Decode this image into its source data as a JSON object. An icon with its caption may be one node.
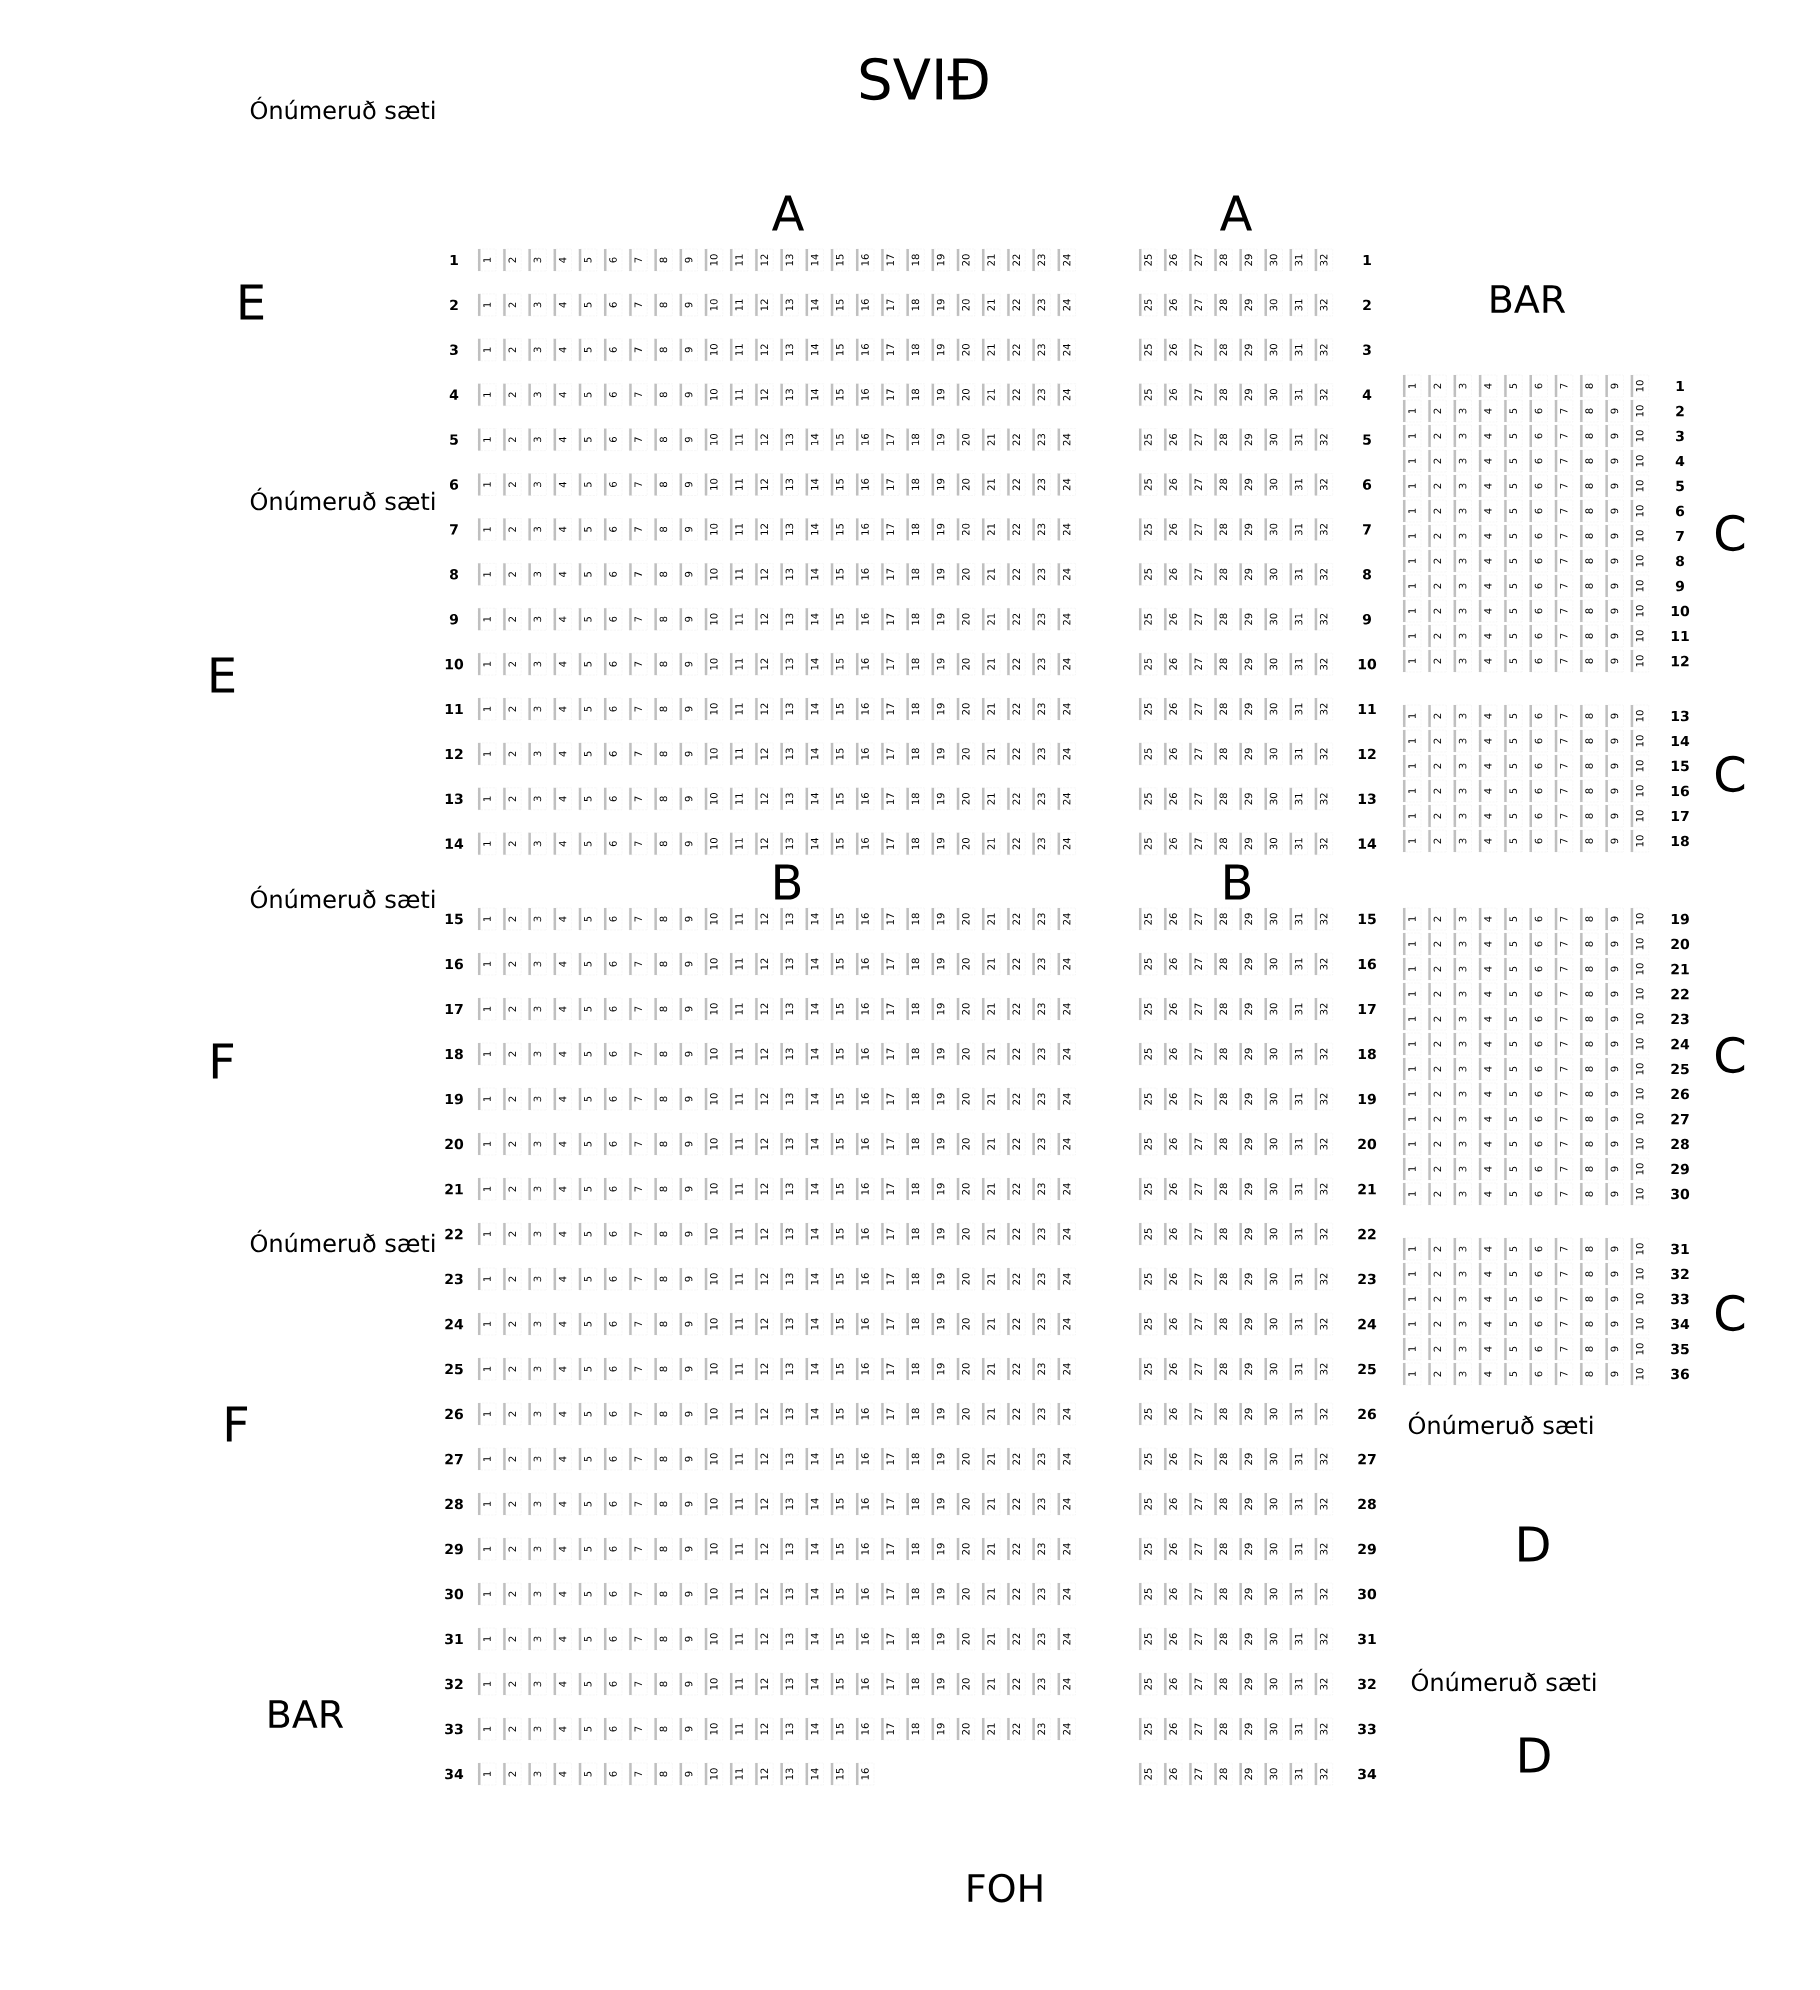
{
  "diagram": {
    "labels": [
      "SVIÐ",
      "Ónúmeruð sæti",
      "A",
      "A",
      "E",
      "BAR",
      "Ónúmeruð sæti",
      "C",
      "E",
      "C",
      "B",
      "B",
      "Ónúmeruð sæti",
      "F",
      "C",
      "Ónúmeruð sæti",
      "C",
      "F",
      "Ónúmeruð sæti",
      "D",
      "Ónúmeruð sæti",
      "BAR",
      "D",
      "FOH",
      "1",
      "1",
      "2",
      "3",
      "4",
      "5",
      "6",
      "7",
      "8",
      "9",
      "10",
      "11",
      "12",
      "13",
      "14",
      "15",
      "16",
      "17",
      "18",
      "19",
      "20",
      "21",
      "22",
      "23",
      "24",
      "25",
      "26",
      "27",
      "28",
      "29",
      "30",
      "31",
      "32",
      "1",
      "2",
      "1",
      "2",
      "3",
      "4",
      "5",
      "6",
      "7",
      "8",
      "9",
      "10",
      "11",
      "12",
      "13",
      "14",
      "15",
      "16",
      "17",
      "18",
      "19",
      "20",
      "21",
      "22",
      "23",
      "24",
      "25",
      "26",
      "27",
      "28",
      "29",
      "30",
      "31",
      "32",
      "2",
      "3",
      "1",
      "2",
      "3",
      "4",
      "5",
      "6",
      "7",
      "8",
      "9",
      "10",
      "11",
      "12",
      "13",
      "14",
      "15",
      "16",
      "17",
      "18",
      "19",
      "20",
      "21",
      "22",
      "23",
      "24",
      "25",
      "26",
      "27",
      "28",
      "29",
      "30",
      "31",
      "32",
      "3",
      "4",
      "1",
      "2",
      "3",
      "4",
      "5",
      "6",
      "7",
      "8",
      "9",
      "10",
      "11",
      "12",
      "13",
      "14",
      "15",
      "16",
      "17",
      "18",
      "19",
      "20",
      "21",
      "22",
      "23",
      "24",
      "25",
      "26",
      "27",
      "28",
      "29",
      "30",
      "31",
      "32",
      "4",
      "5",
      "1",
      "2",
      "3",
      "4",
      "5",
      "6",
      "7",
      "8",
      "9",
      "10",
      "11",
      "12",
      "13",
      "14",
      "15",
      "16",
      "17",
      "18",
      "19",
      "20",
      "21",
      "22",
      "23",
      "24",
      "25",
      "26",
      "27",
      "28",
      "29",
      "30",
      "31",
      "32",
      "5",
      "6",
      "1",
      "2",
      "3",
      "4",
      "5",
      "6",
      "7",
      "8",
      "9",
      "10",
      "11",
      "12",
      "13",
      "14",
      "15",
      "16",
      "17",
      "18",
      "19",
      "20",
      "21",
      "22",
      "23",
      "24",
      "25",
      "26",
      "27",
      "28",
      "29",
      "30",
      "31",
      "32",
      "6",
      "7",
      "1",
      "2",
      "3",
      "4",
      "5",
      "6",
      "7",
      "8",
      "9",
      "10",
      "11",
      "12",
      "13",
      "14",
      "15",
      "16",
      "17",
      "18",
      "19",
      "20",
      "21",
      "22",
      "23",
      "24",
      "25",
      "26",
      "27",
      "28",
      "29",
      "30",
      "31",
      "32",
      "7",
      "8",
      "1",
      "2",
      "3",
      "4",
      "5",
      "6",
      "7",
      "8",
      "9",
      "10",
      "11",
      "12",
      "13",
      "14",
      "15",
      "16",
      "17",
      "18",
      "19",
      "20",
      "21",
      "22",
      "23",
      "24",
      "25",
      "26",
      "27",
      "28",
      "29",
      "30",
      "31",
      "32",
      "8",
      "9",
      "1",
      "2",
      "3",
      "4",
      "5",
      "6",
      "7",
      "8",
      "9",
      "10",
      "11",
      "12",
      "13",
      "14",
      "15",
      "16",
      "17",
      "18",
      "19",
      "20",
      "21",
      "22",
      "23",
      "24",
      "25",
      "26",
      "27",
      "28",
      "29",
      "30",
      "31",
      "32",
      "9",
      "10",
      "1",
      "2",
      "3",
      "4",
      "5",
      "6",
      "7",
      "8",
      "9",
      "10",
      "11",
      "12",
      "13",
      "14",
      "15",
      "16",
      "17",
      "18",
      "19",
      "20",
      "21",
      "22",
      "23",
      "24",
      "25",
      "26",
      "27",
      "28",
      "29",
      "30",
      "31",
      "32",
      "10",
      "11",
      "1",
      "2",
      "3",
      "4",
      "5",
      "6",
      "7",
      "8",
      "9",
      "10",
      "11",
      "12",
      "13",
      "14",
      "15",
      "16",
      "17",
      "18",
      "19",
      "20",
      "21",
      "22",
      "23",
      "24",
      "25",
      "26",
      "27",
      "28",
      "29",
      "30",
      "31",
      "32",
      "11",
      "12",
      "1",
      "2",
      "3",
      "4",
      "5",
      "6",
      "7",
      "8",
      "9",
      "10",
      "11",
      "12",
      "13",
      "14",
      "15",
      "16",
      "17",
      "18",
      "19",
      "20",
      "21",
      "22",
      "23",
      "24",
      "25",
      "26",
      "27",
      "28",
      "29",
      "30",
      "31",
      "32",
      "12",
      "13",
      "1",
      "2",
      "3",
      "4",
      "5",
      "6",
      "7",
      "8",
      "9",
      "10",
      "11",
      "12",
      "13",
      "14",
      "15",
      "16",
      "17",
      "18",
      "19",
      "20",
      "21",
      "22",
      "23",
      "24",
      "25",
      "26",
      "27",
      "28",
      "29",
      "30",
      "31",
      "32",
      "13",
      "14",
      "1",
      "2",
      "3",
      "4",
      "5",
      "6",
      "7",
      "8",
      "9",
      "10",
      "11",
      "12",
      "13",
      "14",
      "15",
      "16",
      "17",
      "18",
      "19",
      "20",
      "21",
      "22",
      "23",
      "24",
      "25",
      "26",
      "27",
      "28",
      "29",
      "30",
      "31",
      "32",
      "14",
      "15",
      "1",
      "2",
      "3",
      "4",
      "5",
      "6",
      "7",
      "8",
      "9",
      "10",
      "11",
      "12",
      "13",
      "14",
      "15",
      "16",
      "17",
      "18",
      "19",
      "20",
      "21",
      "22",
      "23",
      "24",
      "25",
      "26",
      "27",
      "28",
      "29",
      "30",
      "31",
      "32",
      "15",
      "16",
      "1",
      "2",
      "3",
      "4",
      "5",
      "6",
      "7",
      "8",
      "9",
      "10",
      "11",
      "12",
      "13",
      "14",
      "15",
      "16",
      "17",
      "18",
      "19",
      "20",
      "21",
      "22",
      "23",
      "24",
      "25",
      "26",
      "27",
      "28",
      "29",
      "30",
      "31",
      "32",
      "16",
      "17",
      "1",
      "2",
      "3",
      "4",
      "5",
      "6",
      "7",
      "8",
      "9",
      "10",
      "11",
      "12",
      "13",
      "14",
      "15",
      "16",
      "17",
      "18",
      "19",
      "20",
      "21",
      "22",
      "23",
      "24",
      "25",
      "26",
      "27",
      "28",
      "29",
      "30",
      "31",
      "32",
      "17",
      "18",
      "1",
      "2",
      "3",
      "4",
      "5",
      "6",
      "7",
      "8",
      "9",
      "10",
      "11",
      "12",
      "13",
      "14",
      "15",
      "16",
      "17",
      "18",
      "19",
      "20",
      "21",
      "22",
      "23",
      "24",
      "25",
      "26",
      "27",
      "28",
      "29",
      "30",
      "31",
      "32",
      "18",
      "19",
      "1",
      "2",
      "3",
      "4",
      "5",
      "6",
      "7",
      "8",
      "9",
      "10",
      "11",
      "12",
      "13",
      "14",
      "15",
      "16",
      "17",
      "18",
      "19",
      "20",
      "21",
      "22",
      "23",
      "24",
      "25",
      "26",
      "27",
      "28",
      "29",
      "30",
      "31",
      "32",
      "19",
      "20",
      "1",
      "2",
      "3",
      "4",
      "5",
      "6",
      "7",
      "8",
      "9",
      "10",
      "11",
      "12",
      "13",
      "14",
      "15",
      "16",
      "17",
      "18",
      "19",
      "20",
      "21",
      "22",
      "23",
      "24",
      "25",
      "26",
      "27",
      "28",
      "29",
      "30",
      "31",
      "32",
      "20",
      "21",
      "1",
      "2",
      "3",
      "4",
      "5",
      "6",
      "7",
      "8",
      "9",
      "10",
      "11",
      "12",
      "13",
      "14",
      "15",
      "16",
      "17",
      "18",
      "19",
      "20",
      "21",
      "22",
      "23",
      "24",
      "25",
      "26",
      "27",
      "28",
      "29",
      "30",
      "31",
      "32",
      "21",
      "22",
      "1",
      "2",
      "3",
      "4",
      "5",
      "6",
      "7",
      "8",
      "9",
      "10",
      "11",
      "12",
      "13",
      "14",
      "15",
      "16",
      "17",
      "18",
      "19",
      "20",
      "21",
      "22",
      "23",
      "24",
      "25",
      "26",
      "27",
      "28",
      "29",
      "30",
      "31",
      "32",
      "22",
      "23",
      "1",
      "2",
      "3",
      "4",
      "5",
      "6",
      "7",
      "8",
      "9",
      "10",
      "11",
      "12",
      "13",
      "14",
      "15",
      "16",
      "17",
      "18",
      "19",
      "20",
      "21",
      "22",
      "23",
      "24",
      "25",
      "26",
      "27",
      "28",
      "29",
      "30",
      "31",
      "32",
      "23",
      "24",
      "1",
      "2",
      "3",
      "4",
      "5",
      "6",
      "7",
      "8",
      "9",
      "10",
      "11",
      "12",
      "13",
      "14",
      "15",
      "16",
      "17",
      "18",
      "19",
      "20",
      "21",
      "22",
      "23",
      "24",
      "25",
      "26",
      "27",
      "28",
      "29",
      "30",
      "31",
      "32",
      "24",
      "25",
      "1",
      "2",
      "3",
      "4",
      "5",
      "6",
      "7",
      "8",
      "9",
      "10",
      "11",
      "12",
      "13",
      "14",
      "15",
      "16",
      "17",
      "18",
      "19",
      "20",
      "21",
      "22",
      "23",
      "24",
      "25",
      "26",
      "27",
      "28",
      "29",
      "30",
      "31",
      "32",
      "25",
      "26",
      "1",
      "2",
      "3",
      "4",
      "5",
      "6",
      "7",
      "8",
      "9",
      "10",
      "11",
      "12",
      "13",
      "14",
      "15",
      "16",
      "17",
      "18",
      "19",
      "20",
      "21",
      "22",
      "23",
      "24",
      "25",
      "26",
      "27",
      "28",
      "29",
      "30",
      "31",
      "32",
      "26",
      "27",
      "1",
      "2",
      "3",
      "4",
      "5",
      "6",
      "7",
      "8",
      "9",
      "10",
      "11",
      "12",
      "13",
      "14",
      "15",
      "16",
      "17",
      "18",
      "19",
      "20",
      "21",
      "22",
      "23",
      "24",
      "25",
      "26",
      "27",
      "28",
      "29",
      "30",
      "31",
      "32",
      "27",
      "28",
      "1",
      "2",
      "3",
      "4",
      "5",
      "6",
      "7",
      "8",
      "9",
      "10",
      "11",
      "12",
      "13",
      "14",
      "15",
      "16",
      "17",
      "18",
      "19",
      "20",
      "21",
      "22",
      "23",
      "24",
      "25",
      "26",
      "27",
      "28",
      "29",
      "30",
      "31",
      "32",
      "28",
      "29",
      "1",
      "2",
      "3",
      "4",
      "5",
      "6",
      "7",
      "8",
      "9",
      "10",
      "11",
      "12",
      "13",
      "14",
      "15",
      "16",
      "17",
      "18",
      "19",
      "20",
      "21",
      "22",
      "23",
      "24",
      "25",
      "26",
      "27",
      "28",
      "29",
      "30",
      "31",
      "32",
      "29",
      "30",
      "1",
      "2",
      "3",
      "4",
      "5",
      "6",
      "7",
      "8",
      "9",
      "10",
      "11",
      "12",
      "13",
      "14",
      "15",
      "16",
      "17",
      "18",
      "19",
      "20",
      "21",
      "22",
      "23",
      "24",
      "25",
      "26",
      "27",
      "28",
      "29",
      "30",
      "31",
      "32",
      "30",
      "31",
      "1",
      "2",
      "3",
      "4",
      "5",
      "6",
      "7",
      "8",
      "9",
      "10",
      "11",
      "12",
      "13",
      "14",
      "15",
      "16",
      "17",
      "18",
      "19",
      "20",
      "21",
      "22",
      "23",
      "24",
      "25",
      "26",
      "27",
      "28",
      "29",
      "30",
      "31",
      "32",
      "31",
      "32",
      "1",
      "2",
      "3",
      "4",
      "5",
      "6",
      "7",
      "8",
      "9",
      "10",
      "11",
      "12",
      "13",
      "14",
      "15",
      "16",
      "17",
      "18",
      "19",
      "20",
      "21",
      "22",
      "23",
      "24",
      "25",
      "26",
      "27",
      "28",
      "29",
      "30",
      "31",
      "32",
      "32",
      "33",
      "1",
      "2",
      "3",
      "4",
      "5",
      "6",
      "7",
      "8",
      "9",
      "10",
      "11",
      "12",
      "13",
      "14",
      "15",
      "16",
      "17",
      "18",
      "19",
      "20",
      "21",
      "22",
      "23",
      "24",
      "25",
      "26",
      "27",
      "28",
      "29",
      "30",
      "31",
      "32",
      "33",
      "34",
      "1",
      "2",
      "3",
      "4",
      "5",
      "6",
      "7",
      "8",
      "9",
      "10",
      "11",
      "12",
      "13",
      "14",
      "15",
      "16",
      "25",
      "26",
      "27",
      "28",
      "29",
      "30",
      "31",
      "32",
      "34",
      "1",
      "2",
      "3",
      "4",
      "5",
      "6",
      "7",
      "8",
      "9",
      "10",
      "1",
      "1",
      "2",
      "3",
      "4",
      "5",
      "6",
      "7",
      "8",
      "9",
      "10",
      "2",
      "1",
      "2",
      "3",
      "4",
      "5",
      "6",
      "7",
      "8",
      "9",
      "10",
      "3",
      "1",
      "2",
      "3",
      "4",
      "5",
      "6",
      "7",
      "8",
      "9",
      "10",
      "4",
      "1",
      "2",
      "3",
      "4",
      "5",
      "6",
      "7",
      "8",
      "9",
      "10",
      "5",
      "1",
      "2",
      "3",
      "4",
      "5",
      "6",
      "7",
      "8",
      "9",
      "10",
      "6",
      "1",
      "2",
      "3",
      "4",
      "5",
      "6",
      "7",
      "8",
      "9",
      "10",
      "7",
      "1",
      "2",
      "3",
      "4",
      "5",
      "6",
      "7",
      "8",
      "9",
      "10",
      "8",
      "1",
      "2",
      "3",
      "4",
      "5",
      "6",
      "7",
      "8",
      "9",
      "10",
      "9",
      "1",
      "2",
      "3",
      "4",
      "5",
      "6",
      "7",
      "8",
      "9",
      "10",
      "10",
      "1",
      "2",
      "3",
      "4",
      "5",
      "6",
      "7",
      "8",
      "9",
      "10",
      "11",
      "1",
      "2",
      "3",
      "4",
      "5",
      "6",
      "7",
      "8",
      "9",
      "10",
      "12",
      "1",
      "2",
      "3",
      "4",
      "5",
      "6",
      "7",
      "8",
      "9",
      "10",
      "13",
      "1",
      "2",
      "3",
      "4",
      "5",
      "6",
      "7",
      "8",
      "9",
      "10",
      "14",
      "1",
      "2",
      "3",
      "4",
      "5",
      "6",
      "7",
      "8",
      "9",
      "10",
      "15",
      "1",
      "2",
      "3",
      "4",
      "5",
      "6",
      "7",
      "8",
      "9",
      "10",
      "16",
      "1",
      "2",
      "3",
      "4",
      "5",
      "6",
      "7",
      "8",
      "9",
      "10",
      "17",
      "1",
      "2",
      "3",
      "4",
      "5",
      "6",
      "7",
      "8",
      "9",
      "10",
      "18",
      "1",
      "2",
      "3",
      "4",
      "5",
      "6",
      "7",
      "8",
      "9",
      "10",
      "19",
      "1",
      "2",
      "3",
      "4",
      "5",
      "6",
      "7",
      "8",
      "9",
      "10",
      "20",
      "1",
      "2",
      "3",
      "4",
      "5",
      "6",
      "7",
      "8",
      "9",
      "10",
      "21",
      "1",
      "2",
      "3",
      "4",
      "5",
      "6",
      "7",
      "8",
      "9",
      "10",
      "22",
      "1",
      "2",
      "3",
      "4",
      "5",
      "6",
      "7",
      "8",
      "9",
      "10",
      "23",
      "1",
      "2",
      "3",
      "4",
      "5",
      "6",
      "7",
      "8",
      "9",
      "10",
      "24",
      "1",
      "2",
      "3",
      "4",
      "5",
      "6",
      "7",
      "8",
      "9",
      "10",
      "25",
      "1",
      "2",
      "3",
      "4",
      "5",
      "6",
      "7",
      "8",
      "9",
      "10",
      "26",
      "1",
      "2",
      "3",
      "4",
      "5",
      "6",
      "7",
      "8",
      "9",
      "10",
      "27",
      "1",
      "2",
      "3",
      "4",
      "5",
      "6",
      "7",
      "8",
      "9",
      "10",
      "28",
      "1",
      "2",
      "3",
      "4",
      "5",
      "6",
      "7",
      "8",
      "9",
      "10",
      "29",
      "1",
      "2",
      "3",
      "4",
      "5",
      "6",
      "7",
      "8",
      "9",
      "10",
      "30",
      "1",
      "2",
      "3",
      "4",
      "5",
      "6",
      "7",
      "8",
      "9",
      "10",
      "31",
      "1",
      "2",
      "3",
      "4",
      "5",
      "6",
      "7",
      "8",
      "9",
      "10",
      "32",
      "1",
      "2",
      "3",
      "4",
      "5",
      "6",
      "7",
      "8",
      "9",
      "10",
      "33",
      "1",
      "2",
      "3",
      "4",
      "5",
      "6",
      "7",
      "8",
      "9",
      "10",
      "34",
      "1",
      "2",
      "3",
      "4",
      "5",
      "6",
      "7",
      "8",
      "9",
      "10",
      "35",
      "1",
      "2",
      "3",
      "4",
      "5",
      "6",
      "7",
      "8",
      "9",
      "10",
      "36"
    ]
  }
}
